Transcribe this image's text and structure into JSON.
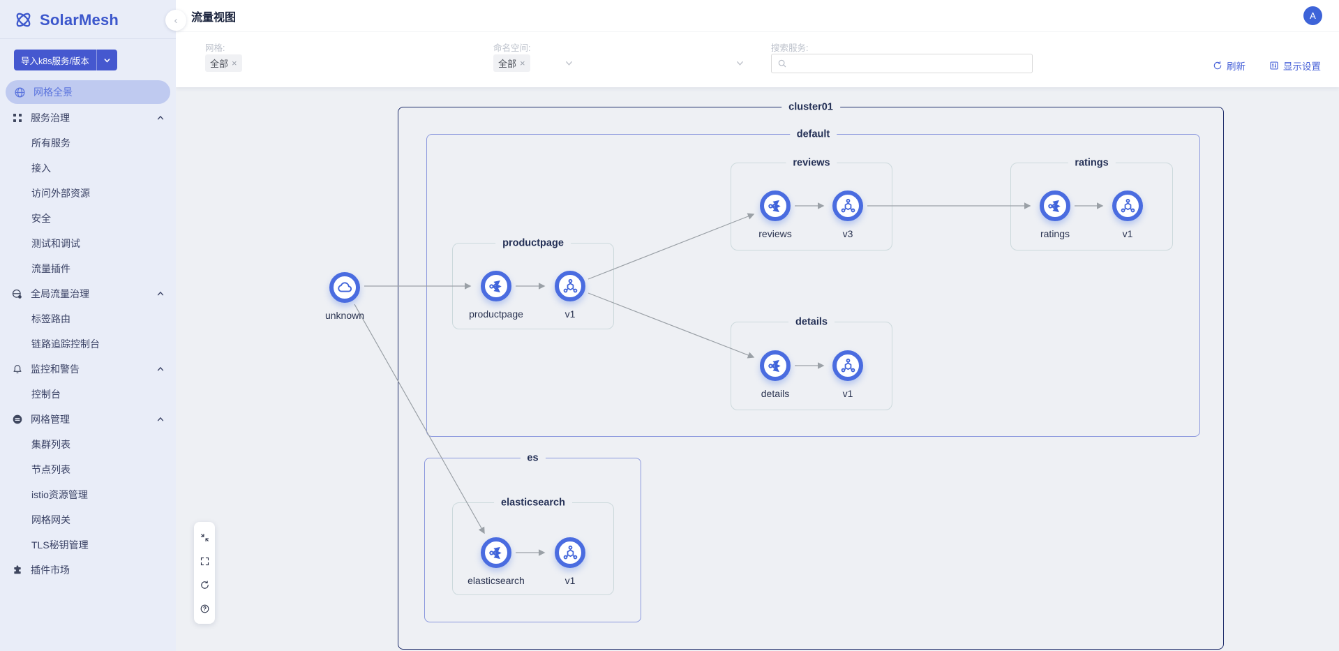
{
  "app": {
    "name": "SolarMesh",
    "page_title": "流量视图",
    "avatar_initial": "A"
  },
  "sidebar": {
    "import_button": "导入k8s服务/版本",
    "items": [
      {
        "label": "网格全景"
      },
      {
        "label": "服务治理"
      },
      {
        "label": "所有服务"
      },
      {
        "label": "接入"
      },
      {
        "label": "访问外部资源"
      },
      {
        "label": "安全"
      },
      {
        "label": "测试和调试"
      },
      {
        "label": "流量插件"
      },
      {
        "label": "全局流量治理"
      },
      {
        "label": "标签路由"
      },
      {
        "label": "链路追踪控制台"
      },
      {
        "label": "监控和警告"
      },
      {
        "label": "控制台"
      },
      {
        "label": "网格管理"
      },
      {
        "label": "集群列表"
      },
      {
        "label": "节点列表"
      },
      {
        "label": "istio资源管理"
      },
      {
        "label": "网格网关"
      },
      {
        "label": "TLS秘钥管理"
      },
      {
        "label": "插件市场"
      }
    ]
  },
  "filters": {
    "mesh_label": "网格:",
    "mesh_selected": "全部",
    "namespace_label": "命名空间:",
    "namespace_selected": "全部",
    "search_label": "搜索服务:",
    "search_value": "",
    "refresh": "刷新",
    "display_settings": "显示设置"
  },
  "graph": {
    "cluster": "cluster01",
    "namespaces": {
      "default": "default",
      "es": "es"
    },
    "external": {
      "label": "unknown"
    },
    "groups": {
      "productpage": {
        "title": "productpage",
        "service": "productpage",
        "version": "v1"
      },
      "reviews": {
        "title": "reviews",
        "service": "reviews",
        "version": "v3"
      },
      "ratings": {
        "title": "ratings",
        "service": "ratings",
        "version": "v1"
      },
      "details": {
        "title": "details",
        "service": "details",
        "version": "v1"
      },
      "elasticsearch": {
        "title": "elasticsearch",
        "service": "elasticsearch",
        "version": "v1"
      }
    }
  },
  "icons": {
    "close": "×",
    "collapse_sidebar": "‹"
  },
  "colors": {
    "accent": "#4a63d8",
    "node_ring": "#4a6ce0",
    "cluster_border": "#1d2b69",
    "namespace_border": "#8a97dd",
    "group_border": "#ccd9dc",
    "edge": "#9aa0a6",
    "sidebar_bg": "#e9edf8",
    "sidebar_active_bg": "#bfcaf0",
    "canvas_bg": "#eef0f4",
    "avatar_bg": "#3d63d8"
  }
}
